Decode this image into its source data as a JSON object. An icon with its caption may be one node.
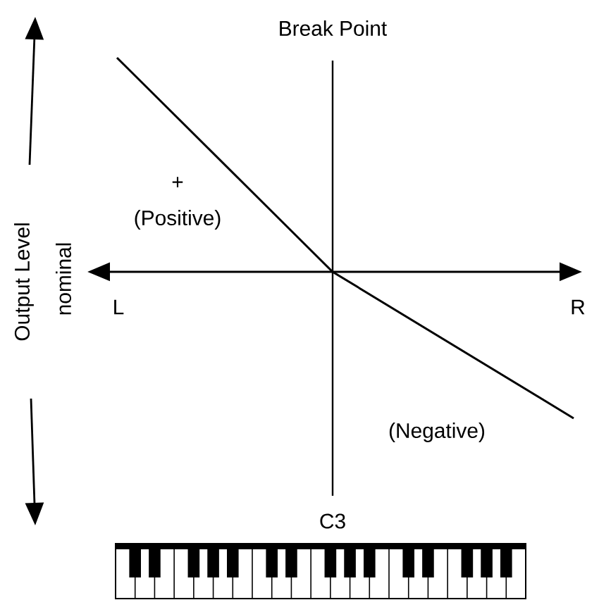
{
  "diagram": {
    "labels": [
      "Break Point",
      "+",
      "(Positive)",
      "Output Level",
      "nominal",
      "L",
      "R",
      "(Negative)",
      "C3"
    ]
  }
}
